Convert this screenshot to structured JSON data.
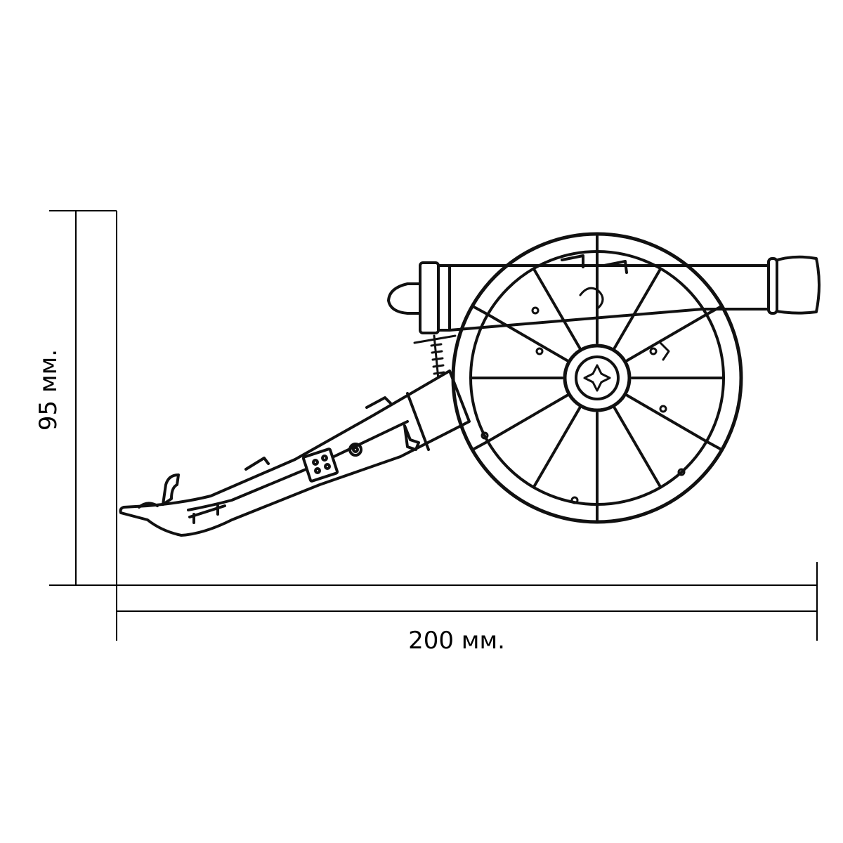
{
  "dimensions": {
    "height_label": "95 мм.",
    "width_label": "200 мм."
  },
  "drawing": {
    "subject": "cannon-on-wheeled-carriage",
    "line_color": "#111111",
    "background": "#ffffff"
  }
}
